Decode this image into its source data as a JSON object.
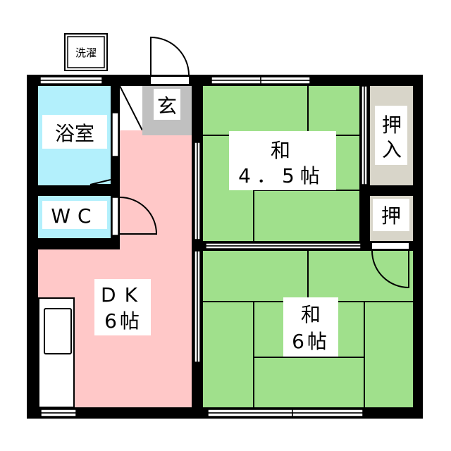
{
  "colors": {
    "wall": "#000000",
    "bath": "#b3f0fc",
    "entrance": "#c0c0c0",
    "dk": "#ffc8c8",
    "tatami": "#a0e08c",
    "closet": "#d8d5c9"
  },
  "labels": {
    "laundry": "洗濯",
    "bath": "浴室",
    "entrance": "玄",
    "wc": "WC",
    "dk_name": "DK",
    "dk_size": "6帖",
    "room1_name": "和",
    "room1_size": "4．5帖",
    "room2_name": "和",
    "room2_size": "6帖",
    "closet1_line1": "押",
    "closet1_line2": "入",
    "closet2": "押"
  }
}
